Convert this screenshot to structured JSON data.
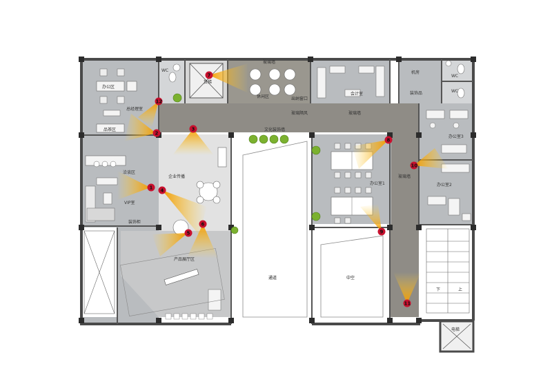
{
  "labels": {
    "office_area": "办公区",
    "gm_office": "总经理室",
    "tea_room": "品茶区",
    "negotiation": "洽谈区",
    "vip_room": "VIP室",
    "decor_cabinet": "装饰柜",
    "wc_left": "WC",
    "elevator_top": "货梯",
    "corridor_top": "玻璃墙",
    "lounge": "休闲区",
    "exit": "出纳窗口",
    "finance": "会计室",
    "glass_top": "玻璃墙",
    "entry_glass": "玻璃隔风",
    "server_room": "机房",
    "decor_shop": "装饰品",
    "wc_right1": "WC",
    "wc_right2": "WC",
    "culture_wall": "文化装饰墙",
    "office3": "办公室3",
    "office1": "办公室1",
    "office2": "办公室2",
    "glass_right": "玻璃墙",
    "corporate": "企业传播",
    "showroom": "产品展厅区",
    "passage": "通道",
    "atrium": "中空",
    "stair_down": "下",
    "stair_up": "上",
    "elevator_bottom": "电梯"
  },
  "markers": [
    {
      "id": "m1",
      "number": "1"
    },
    {
      "id": "m2",
      "number": "2"
    },
    {
      "id": "m3",
      "number": "3"
    },
    {
      "id": "m4",
      "number": "4"
    },
    {
      "id": "m5",
      "number": "5"
    },
    {
      "id": "m6",
      "number": "6"
    },
    {
      "id": "m7",
      "number": "7"
    },
    {
      "id": "m8",
      "number": "8"
    },
    {
      "id": "m9",
      "number": "9"
    },
    {
      "id": "m10",
      "number": "10"
    },
    {
      "id": "m11",
      "number": "11"
    },
    {
      "id": "m12",
      "number": "12"
    }
  ],
  "colors": {
    "wall": "#4a4a4a",
    "floor_gray": "#c3c5c7",
    "room_gray": "#b9bcbf",
    "corridor": "#8f8c86",
    "light_floor": "#e6e6e6",
    "marker_red": "#c8102e",
    "cone_orange": "#f5a200"
  }
}
